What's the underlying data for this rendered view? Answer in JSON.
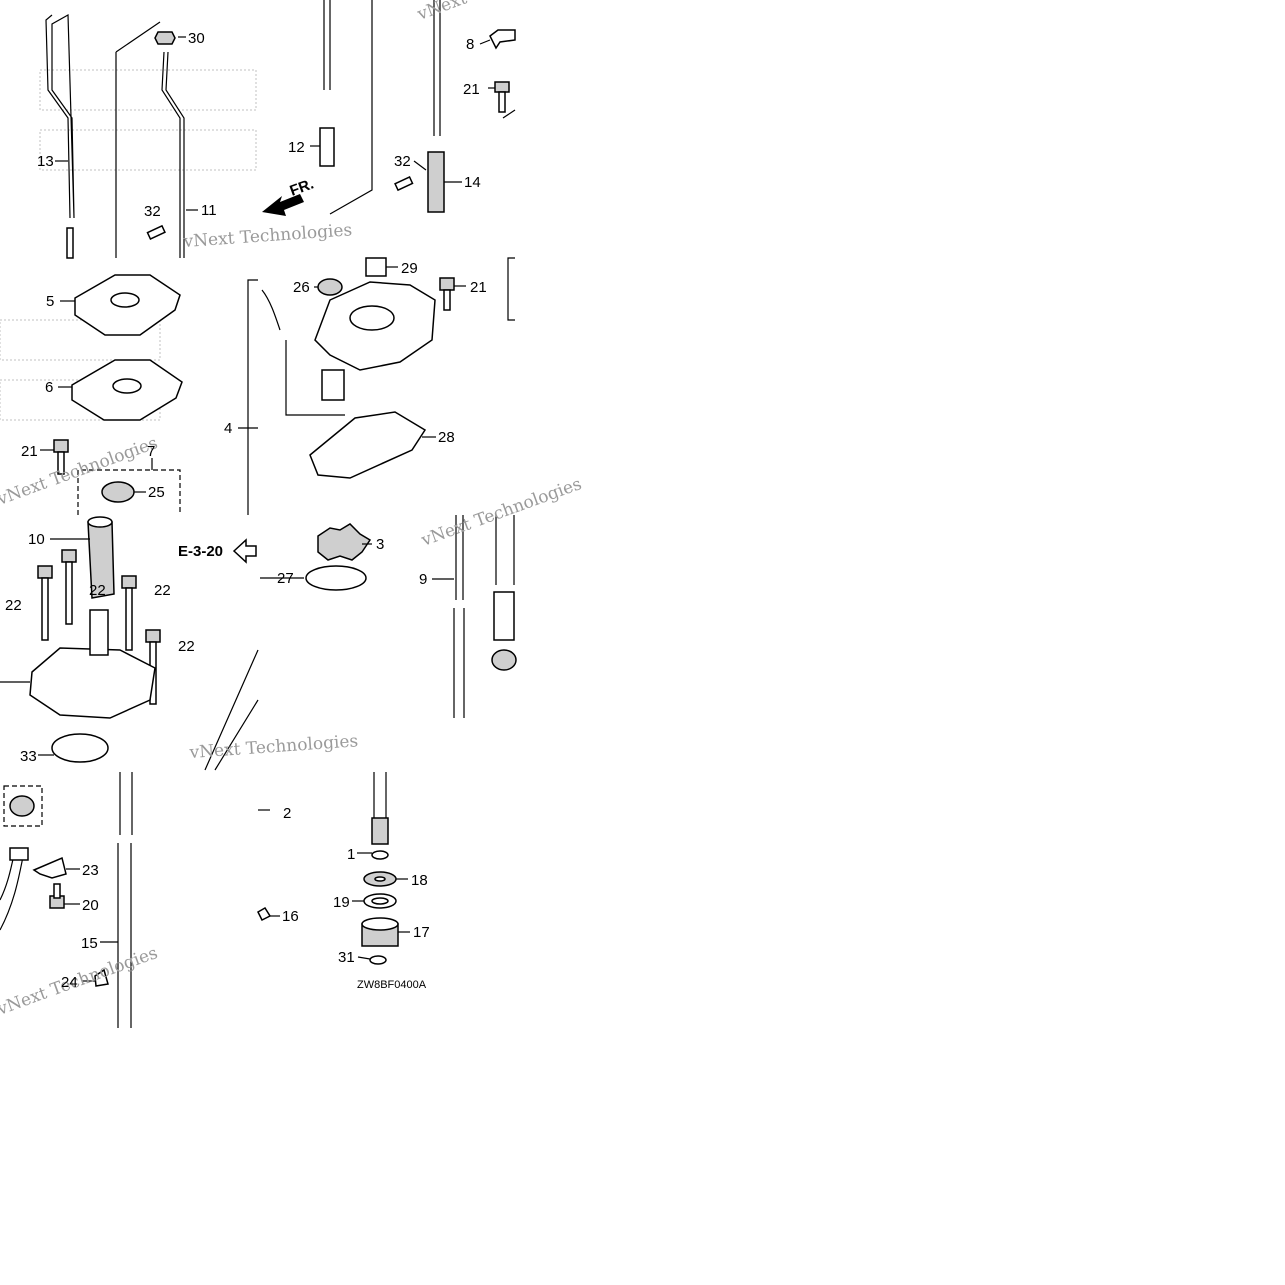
{
  "diagram": {
    "code": "ZW8BF0400A",
    "direction_label": "FR.",
    "ref_label": "E-3-20",
    "watermarks": [
      "vNext Technologies"
    ],
    "callouts": [
      {
        "id": "c30",
        "num": "30"
      },
      {
        "id": "c13",
        "num": "13"
      },
      {
        "id": "c12",
        "num": "12"
      },
      {
        "id": "c11",
        "num": "11"
      },
      {
        "id": "c32a",
        "num": "32"
      },
      {
        "id": "c8",
        "num": "8"
      },
      {
        "id": "c21a",
        "num": "21"
      },
      {
        "id": "c32b",
        "num": "32"
      },
      {
        "id": "c14",
        "num": "14"
      },
      {
        "id": "c5",
        "num": "5"
      },
      {
        "id": "c6",
        "num": "6"
      },
      {
        "id": "c21b",
        "num": "21"
      },
      {
        "id": "c7",
        "num": "7"
      },
      {
        "id": "c25",
        "num": "25"
      },
      {
        "id": "c29",
        "num": "29"
      },
      {
        "id": "c26",
        "num": "26"
      },
      {
        "id": "c21c",
        "num": "21"
      },
      {
        "id": "c4",
        "num": "4"
      },
      {
        "id": "c28",
        "num": "28"
      },
      {
        "id": "c10",
        "num": "10"
      },
      {
        "id": "c3",
        "num": "3"
      },
      {
        "id": "c27",
        "num": "27"
      },
      {
        "id": "c9",
        "num": "9"
      },
      {
        "id": "c22a",
        "num": "22"
      },
      {
        "id": "c22b",
        "num": "22"
      },
      {
        "id": "c22c",
        "num": "22"
      },
      {
        "id": "c22d",
        "num": "22"
      },
      {
        "id": "c33",
        "num": "33"
      },
      {
        "id": "c2",
        "num": "2"
      },
      {
        "id": "c23",
        "num": "23"
      },
      {
        "id": "c20",
        "num": "20"
      },
      {
        "id": "c15",
        "num": "15"
      },
      {
        "id": "c16",
        "num": "16"
      },
      {
        "id": "c1",
        "num": "1"
      },
      {
        "id": "c18",
        "num": "18"
      },
      {
        "id": "c19",
        "num": "19"
      },
      {
        "id": "c17",
        "num": "17"
      },
      {
        "id": "c31",
        "num": "31"
      },
      {
        "id": "c24",
        "num": "24"
      }
    ]
  }
}
